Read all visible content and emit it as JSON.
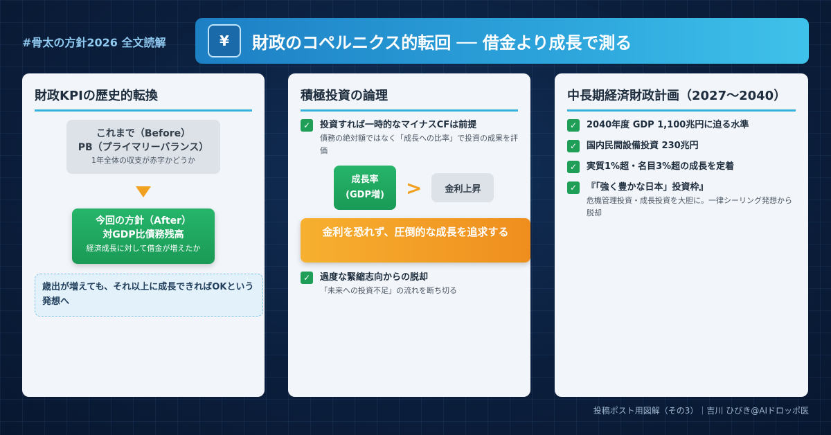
{
  "hashtag": "#骨太の方針2026 全文読解",
  "header": {
    "icon_glyph": "¥",
    "icon_name": "yen-icon",
    "title": "財政のコペルニクス的転回 ── 借金より成長で測る"
  },
  "card1": {
    "title": "財政KPIの歴史的転換",
    "before": {
      "line1": "これまで（Before）",
      "line2": "PB（プライマリーバランス）",
      "sub": "1年全体の収支が赤字かどうか"
    },
    "after": {
      "line1": "今回の方針（After）",
      "line2": "対GDP比債務残高",
      "sub": "経済成長に対して借金が増えたか"
    },
    "note": "歳出が増えても、それ以上に成長できればOKという発想へ"
  },
  "card2": {
    "title": "積極投資の論理",
    "item1": {
      "title": "投資すれば一時的なマイナスCFは前提",
      "sub": "債務の絶対額ではなく「成長への比率」で投資の成果を評価"
    },
    "growth_line1": "成長率",
    "growth_line2": "(GDP増)",
    "gt_symbol": ">",
    "rate_label": "金利上昇",
    "banner": "金利を恐れず、圧倒的な成長を追求する",
    "item2": {
      "title": "過度な緊縮志向からの脱却",
      "sub": "「未来への投資不足」の流れを断ち切る"
    }
  },
  "card3": {
    "title": "中長期経済財政計画（2027〜2040）",
    "items": [
      {
        "title": "2040年度 GDP 1,100兆円に迫る水準"
      },
      {
        "title": "国内民間設備投資 230兆円"
      },
      {
        "title": "実質1%超・名目3%超の成長を定着"
      },
      {
        "title": "『「強く豊かな日本」投資枠』",
        "sub": "危機管理投資・成長投資を大胆に。一律シーリング発想から脱却"
      }
    ]
  },
  "check_glyph": "✓",
  "footer": "投稿ポスト用図解（その3）｜吉川 ひびき@AIドロッポ医",
  "colors": {
    "background": "#0b1f3d",
    "accent_blue": "#2da5dc",
    "green": "#1f9e58",
    "orange": "#f2a020",
    "card": "#f2f5f9"
  }
}
